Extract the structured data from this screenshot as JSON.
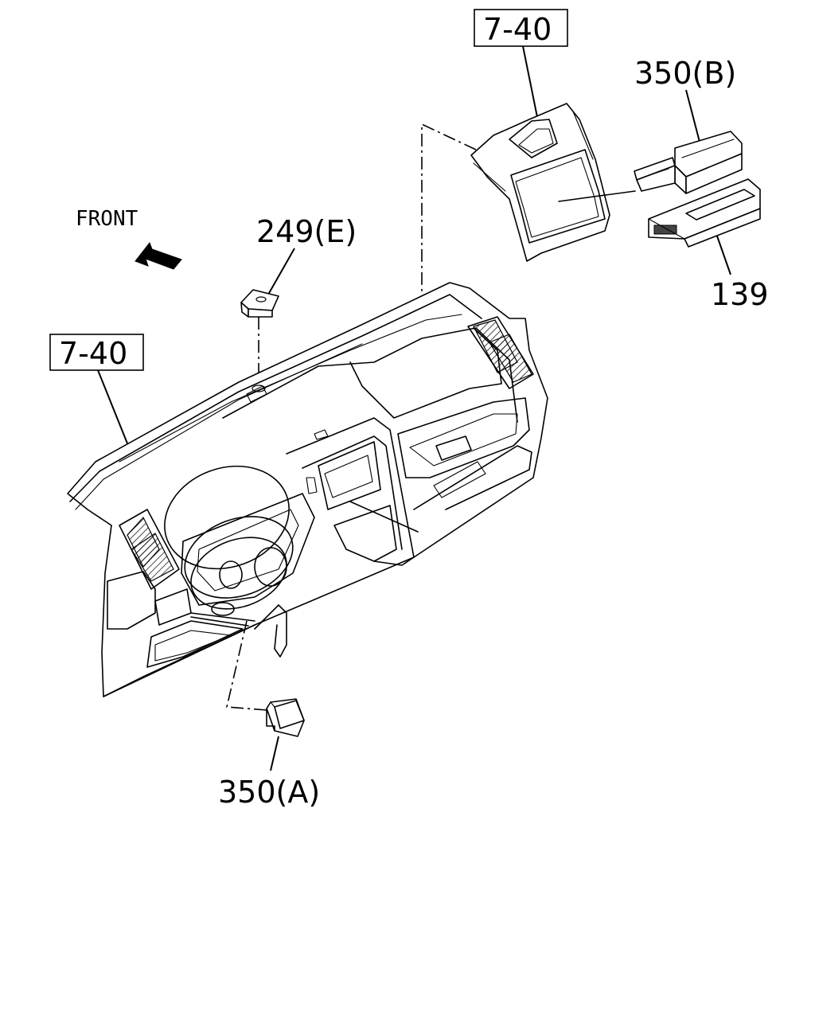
{
  "diagram": {
    "front_label": "FRONT",
    "callouts": {
      "ref_top": "7-40",
      "ref_left": "7-40",
      "part_350b": "350(B)",
      "part_139": "139",
      "part_249e": "249(E)",
      "part_350a": "350(A)"
    }
  }
}
